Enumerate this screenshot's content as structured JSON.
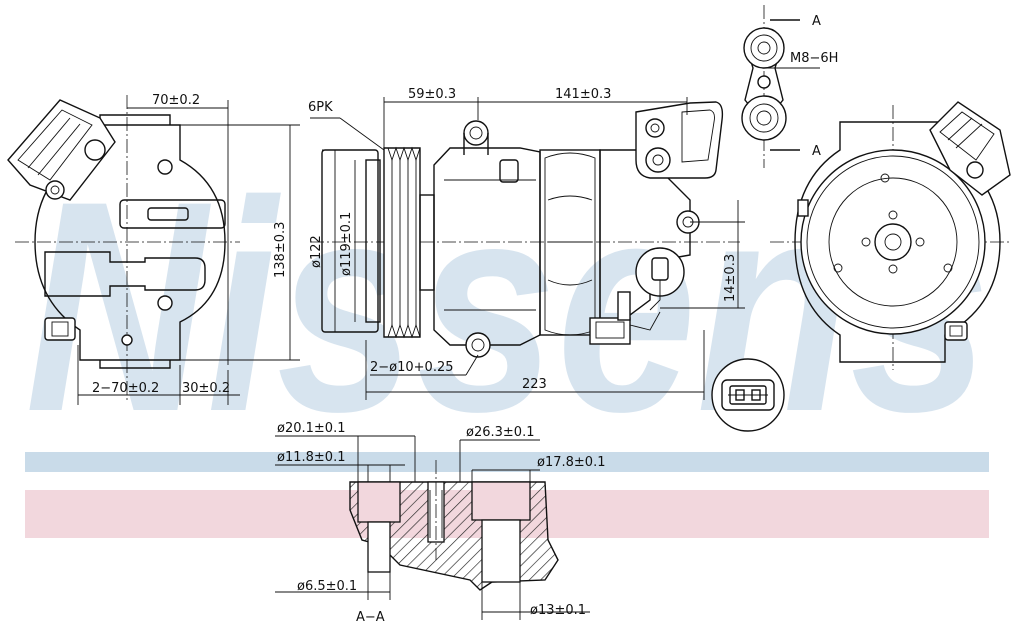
{
  "brand": {
    "watermark": "Nissens",
    "stripe_colors": [
      "#c9dbe9",
      "#f2d7dd"
    ]
  },
  "dimensions": {
    "d70": "70±0.2",
    "d59": "59±0.3",
    "d141": "141±0.3",
    "d138": "138±0.3",
    "pk": "6PK",
    "d122": "ø122",
    "d119": "ø119±0.1",
    "d2x70": "2−70±0.2",
    "d30": "30±0.2",
    "d2x10": "2−ø10+0.25",
    "d223": "223",
    "d14": "14±0.3",
    "thread": "M8−6H",
    "section_a_top": "A",
    "section_a_bottom": "A"
  },
  "section": {
    "d20_1": "ø20.1±0.1",
    "d11_8": "ø11.8±0.1",
    "d26_3": "ø26.3±0.1",
    "d17_8": "ø17.8±0.1",
    "d6_5": "ø6.5±0.1",
    "d13": "ø13±0.1",
    "title": "A−A"
  }
}
